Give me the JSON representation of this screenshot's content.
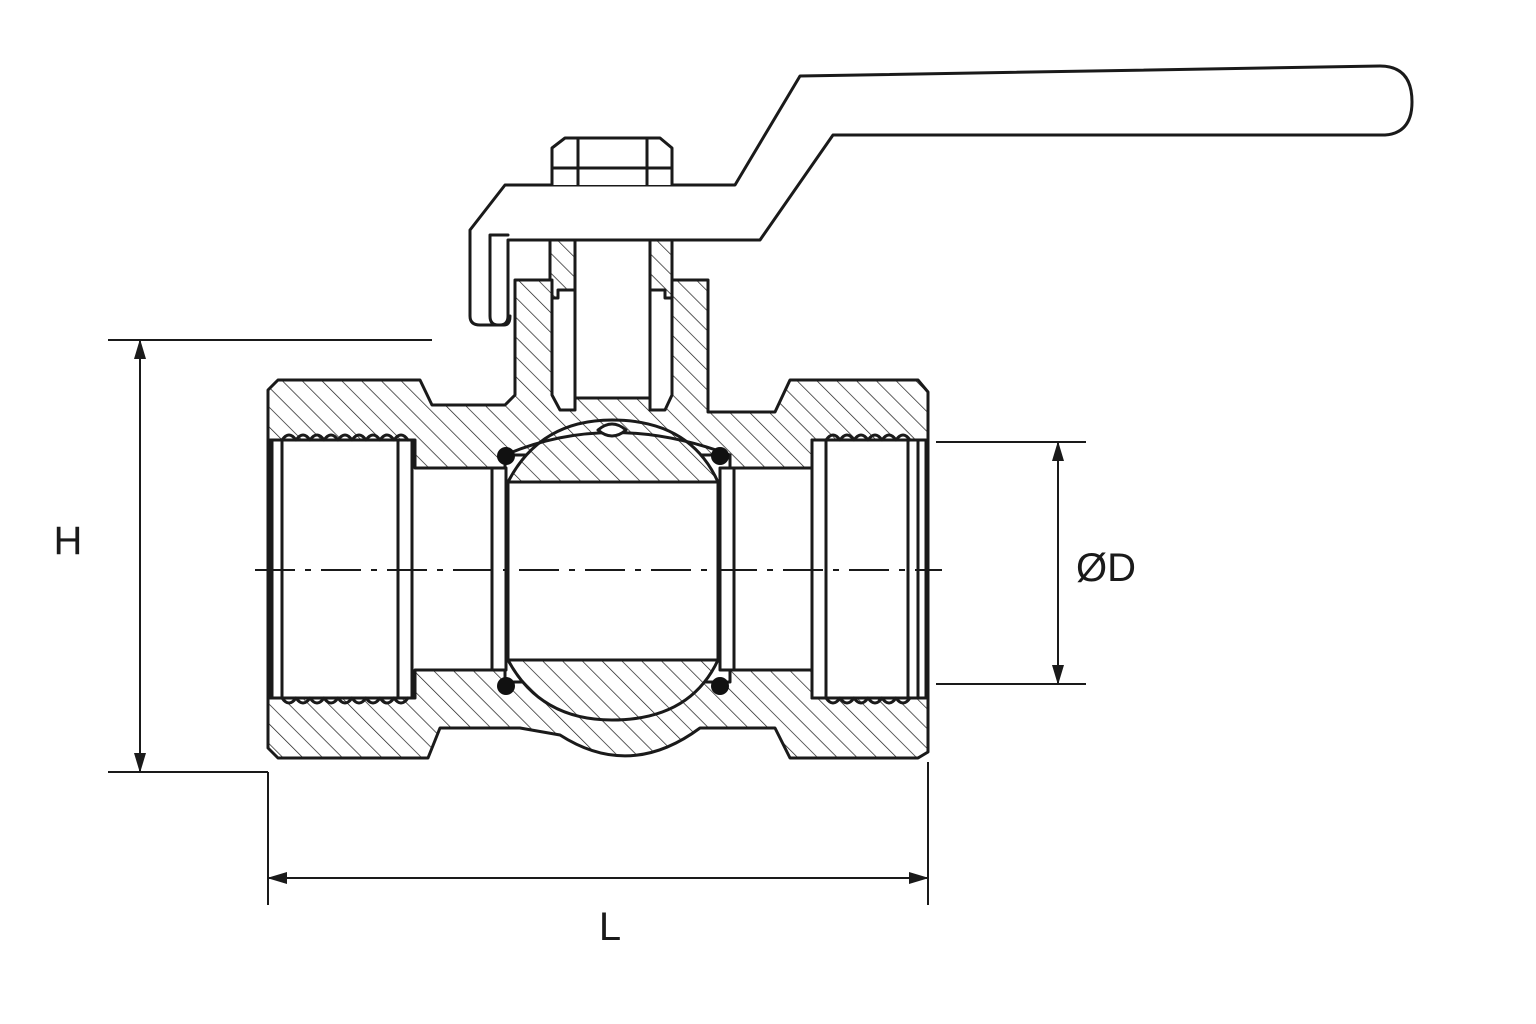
{
  "diagram": {
    "type": "ball-valve-cross-section",
    "dimensions": {
      "height_label": "H",
      "length_label": "L",
      "diameter_label": "ØD"
    },
    "colors": {
      "line": "#1a1a1a",
      "background": "#ffffff",
      "seal": "#111111"
    }
  }
}
